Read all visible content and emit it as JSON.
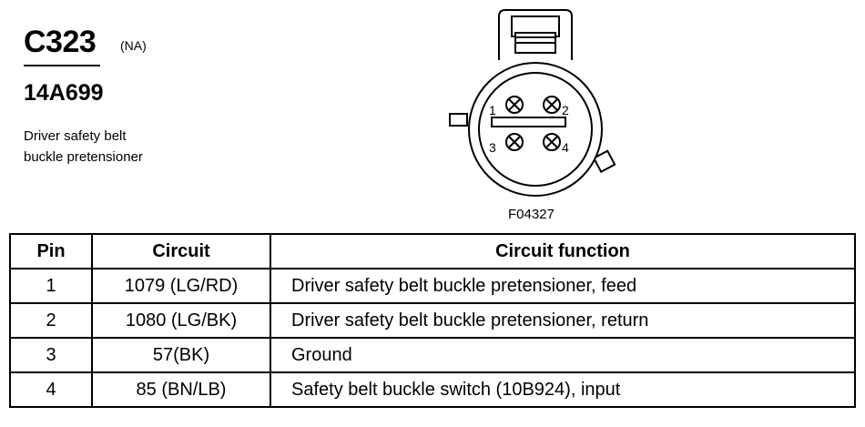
{
  "header": {
    "connector_id": "C323",
    "region": "(NA)",
    "part_number": "14A699",
    "description_line1": "Driver safety belt",
    "description_line2": "buckle pretensioner"
  },
  "diagram": {
    "pin_labels": [
      "1",
      "2",
      "3",
      "4"
    ],
    "figure_code": "F04327"
  },
  "table": {
    "headers": {
      "pin": "Pin",
      "circuit": "Circuit",
      "function": "Circuit function"
    },
    "rows": [
      {
        "pin": "1",
        "circuit": "1079 (LG/RD)",
        "function": "Driver safety belt buckle pretensioner, feed"
      },
      {
        "pin": "2",
        "circuit": "1080 (LG/BK)",
        "function": "Driver safety belt buckle pretensioner, return"
      },
      {
        "pin": "3",
        "circuit": "57(BK)",
        "function": "Ground"
      },
      {
        "pin": "4",
        "circuit": "85 (BN/LB)",
        "function": "Safety belt buckle switch (10B924), input"
      }
    ]
  }
}
